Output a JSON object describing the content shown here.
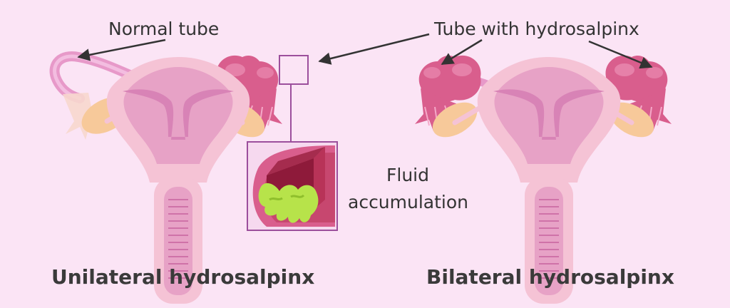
{
  "labels": {
    "normal_tube": "Normal tube",
    "tube_with_hydrosalpinx": "Tube with hydrosalpinx",
    "fluid_line1": "Fluid",
    "fluid_line2": "accumulation"
  },
  "captions": {
    "left": "Unilateral hydrosalpinx",
    "right": "Bilateral hydrosalpinx"
  },
  "colors": {
    "background": "#fbe4f5",
    "uterus_outer": "#f5c3d5",
    "uterus_mid": "#e7a2c6",
    "uterine_cavity": "#d883b6",
    "normal_tube": "#e799c9",
    "dilated_tube": "#d95e8d",
    "ovary": "#f7c99a",
    "fimbriae": "#ee9fab",
    "fluid": "#b7e34a",
    "inset_border": "#9c4f9c"
  }
}
